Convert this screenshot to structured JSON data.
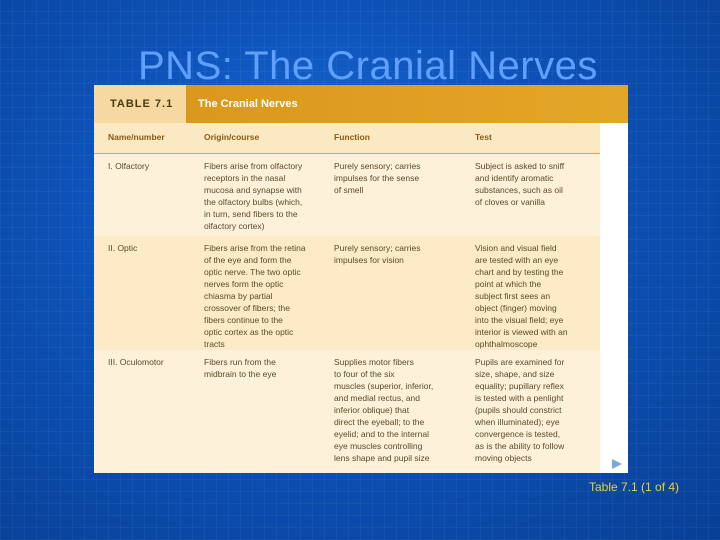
{
  "slide": {
    "title": "PNS: The Cranial Nerves",
    "caption": "Table 7.1 (1 of 4)"
  },
  "table": {
    "number": "TABLE 7.1",
    "title": "The Cranial Nerves",
    "columns": [
      "Name/number",
      "Origin/course",
      "Function",
      "Test"
    ],
    "rows": [
      {
        "name": "I. Olfactory",
        "origin": [
          "Fibers arise from olfactory",
          "receptors in the nasal",
          "mucosa and synapse with",
          "the olfactory bulbs (which,",
          "in turn, send fibers to the",
          "olfactory cortex)"
        ],
        "function": [
          "Purely sensory; carries",
          "impulses for the sense",
          "of smell"
        ],
        "test": [
          "Subject is asked to sniff",
          "and identify aromatic",
          "substances, such as oil",
          "of cloves or vanilla"
        ]
      },
      {
        "name": "II. Optic",
        "origin": [
          "Fibers arise from the retina",
          "of the eye and form the",
          "optic nerve. The two optic",
          "nerves form the optic",
          "chiasma by partial",
          "crossover of fibers; the",
          "fibers continue to the",
          "optic cortex as the optic",
          "tracts"
        ],
        "function": [
          "Purely sensory; carries",
          "impulses for vision"
        ],
        "test": [
          "Vision and visual field",
          "are tested with an eye",
          "chart and by testing the",
          "point at which the",
          "subject first sees an",
          "object (finger) moving",
          "into the visual field; eye",
          "interior is viewed with an",
          "ophthalmoscope"
        ]
      },
      {
        "name": "III. Oculomotor",
        "origin": [
          "Fibers run from the",
          "midbrain to the eye"
        ],
        "function": [
          "Supplies motor fibers",
          "to four of the six",
          "muscles (superior, inferior,",
          "and medial rectus, and",
          "inferior oblique) that",
          "direct the eyeball; to the",
          "eyelid; and to the internal",
          "eye muscles controlling",
          "lens shape and pupil size"
        ],
        "test": [
          "Pupils are examined for",
          "size, shape, and size",
          "equality; pupillary reflex",
          "is tested with a penlight",
          "(pupils should constrict",
          "when illuminated); eye",
          "convergence is tested,",
          "as is the ability to follow",
          "moving objects"
        ]
      }
    ]
  }
}
